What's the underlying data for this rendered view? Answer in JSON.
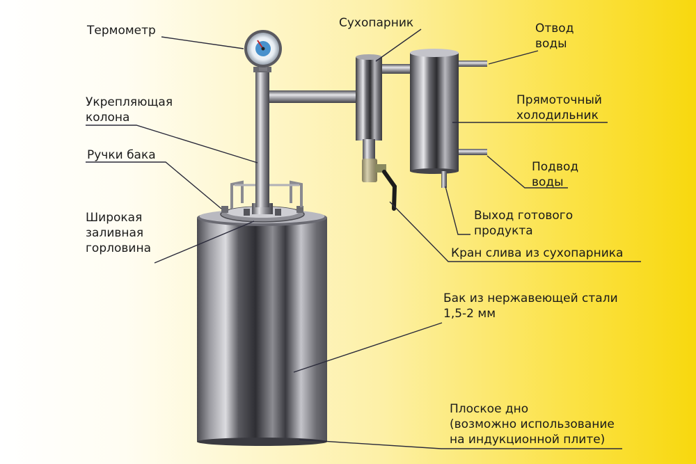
{
  "labels": {
    "thermometer": "Термометр",
    "column": [
      "Укрепляющая",
      "колона"
    ],
    "handles": "Ручки бака",
    "neck": [
      "Широкая",
      "заливная",
      "горловина"
    ],
    "dry_steamer": "Сухопарник",
    "water_out": [
      "Отвод",
      "воды"
    ],
    "cooler": [
      "Прямоточный",
      "холодильник"
    ],
    "water_in": [
      "Подвод",
      "воды"
    ],
    "product_out": [
      "Выход готового",
      "продукта"
    ],
    "drain_valve": "Кран слива из сухопарника",
    "tank": [
      "Бак из нержавеющей стали",
      "1,5-2 мм"
    ],
    "bottom": [
      "Плоское дно",
      "(возможно использование",
      "на индукционной плите)"
    ]
  },
  "colors": {
    "background_left": "#ffffff",
    "background_right": "#f8d80e",
    "leader_line": "#2a2a3a",
    "steel_dark": "#3a3a3e",
    "steel_light": "#d8d8dc",
    "valve_handle": "#1c1c1c",
    "valve_brass": "#c0b060",
    "gauge_face": "#2a7fc4"
  },
  "icons": {
    "thermometer": "dial-gauge-icon",
    "valve": "ball-valve-icon"
  }
}
